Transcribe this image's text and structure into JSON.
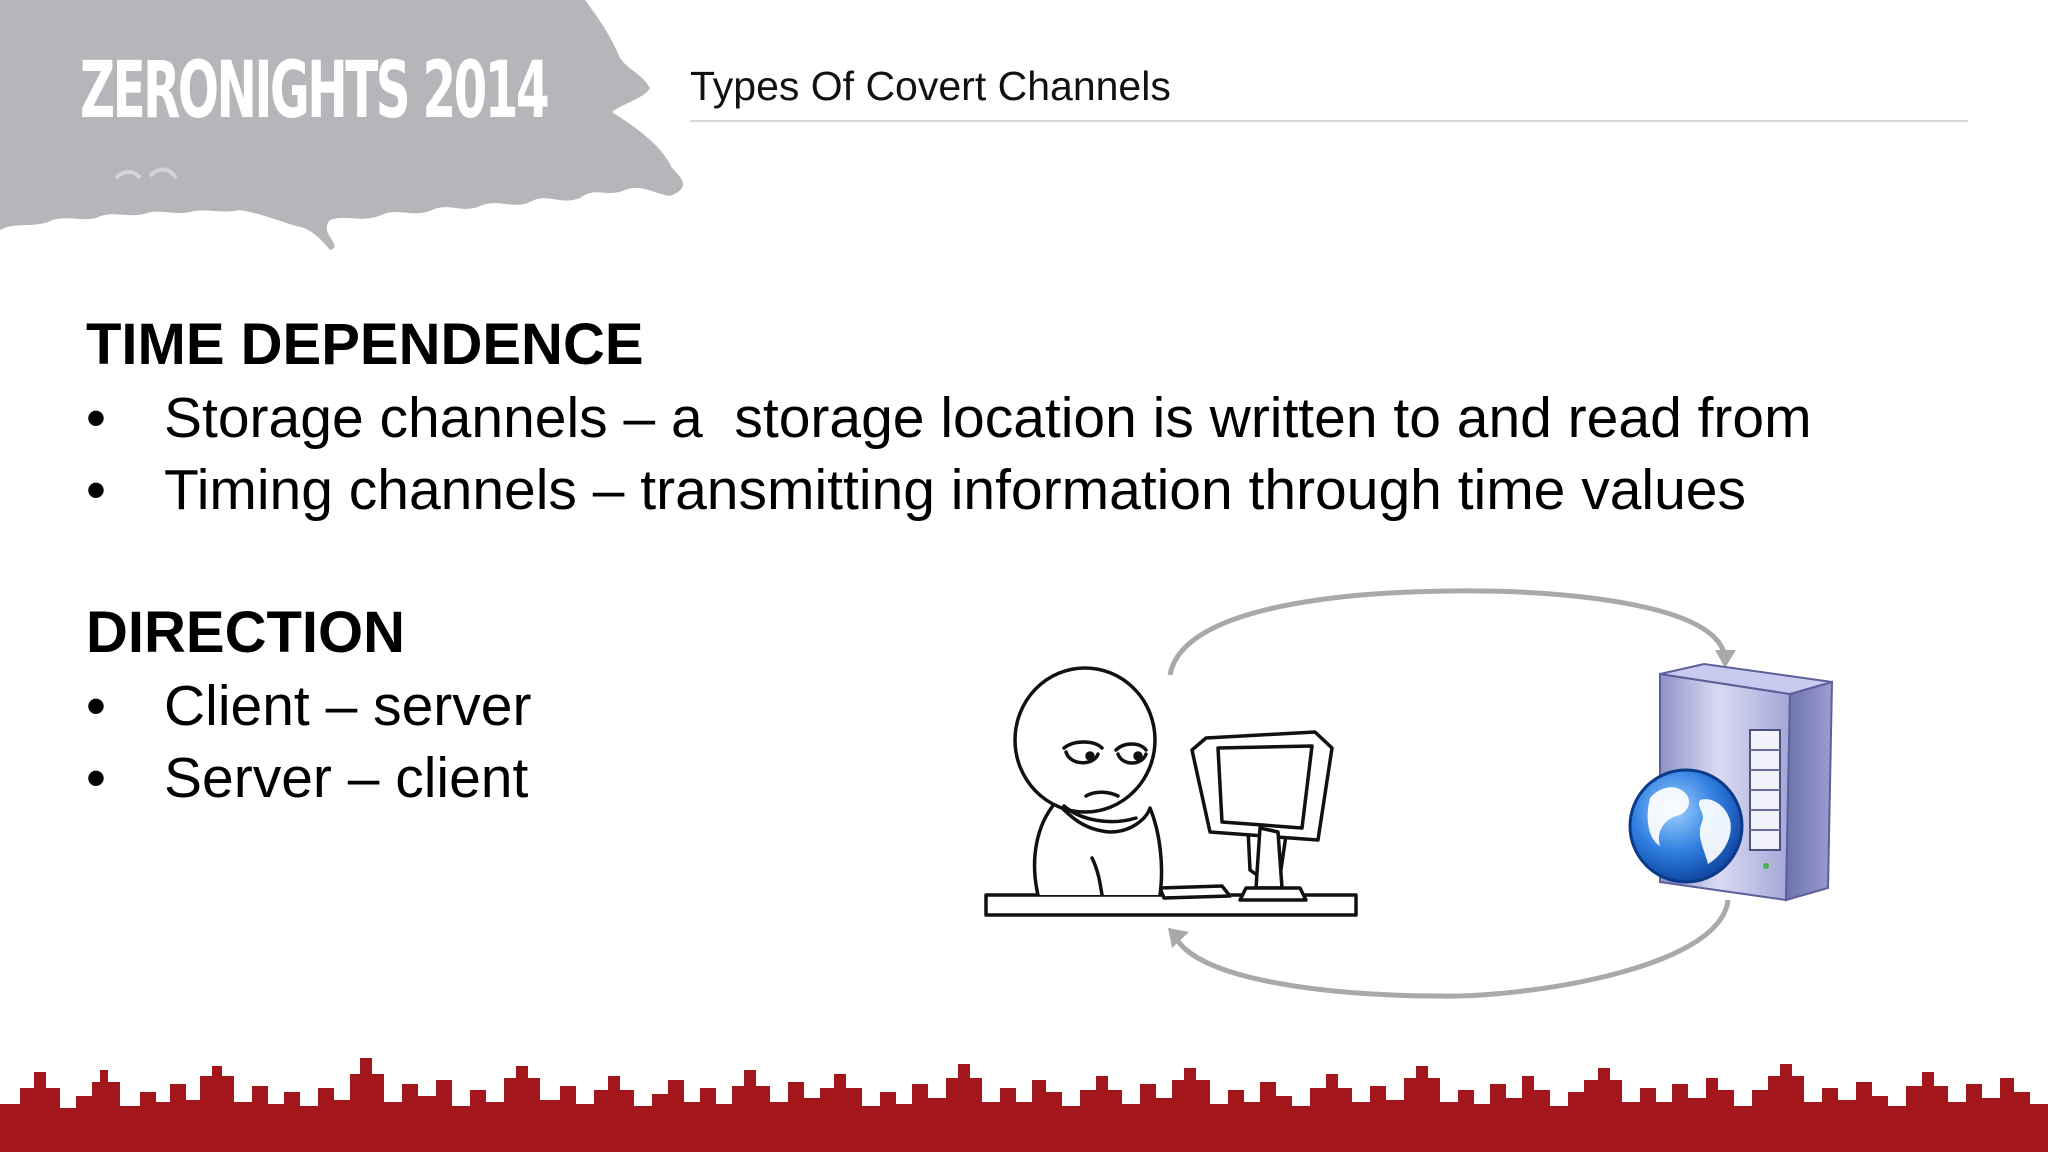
{
  "header": {
    "logo_text": "ZERONIGHTS 2014",
    "title": "Types Of Covert Channels"
  },
  "sections": [
    {
      "heading": "TIME DEPENDENCE",
      "bullets": [
        {
          "marker": "•",
          "text": "Storage channels – a  storage location is written to and read from"
        },
        {
          "marker": "•",
          "text": "Timing channels – transmitting information through time values"
        }
      ]
    },
    {
      "heading": "DIRECTION",
      "bullets": [
        {
          "marker": "•",
          "text": "Client – server"
        },
        {
          "marker": "•",
          "text": "Server – client"
        }
      ]
    }
  ],
  "diagram": {
    "left_icon": "person-at-computer-icon",
    "right_icon": "web-server-globe-icon",
    "arrows": [
      "client-to-server-arrow",
      "server-to-client-arrow"
    ]
  },
  "colors": {
    "brand_red": "#a3161c",
    "splash_gray": "#b5b6b9",
    "text": "#000000"
  }
}
